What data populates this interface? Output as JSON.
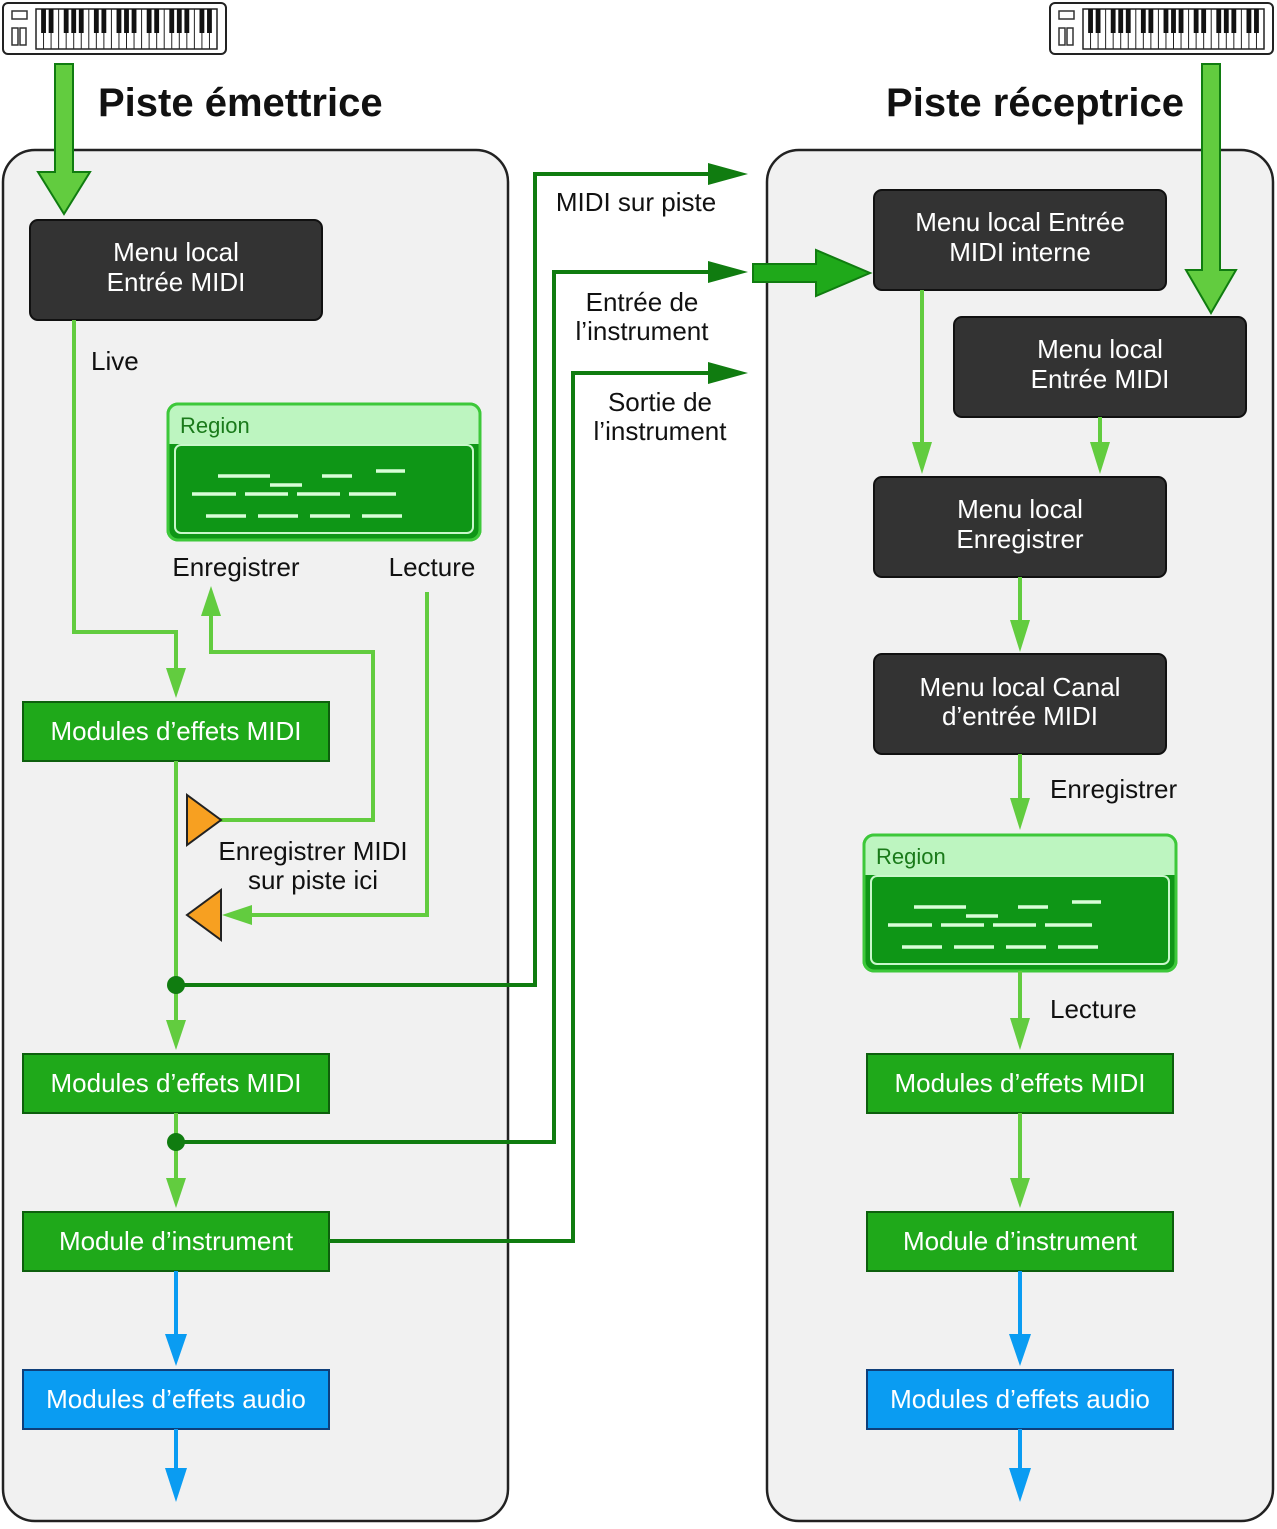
{
  "titles": {
    "sender": "Piste émettrice",
    "receiver": "Piste réceptrice"
  },
  "sender": {
    "midi_input_menu": [
      "Menu local",
      "Entrée MIDI"
    ],
    "live_label": "Live",
    "region_label": "Region",
    "record_label": "Enregistrer",
    "playback_label": "Lecture",
    "midi_fx_1": "Modules d’effets MIDI",
    "record_here_label": [
      "Enregistrer MIDI",
      "sur piste ici"
    ],
    "midi_fx_2": "Modules d’effets MIDI",
    "instrument": "Module d’instrument",
    "audio_fx": "Modules d’effets audio"
  },
  "routing": {
    "midi_on_track": "MIDI sur piste",
    "instrument_input": [
      "Entrée de",
      "l’instrument"
    ],
    "instrument_output": [
      "Sortie de",
      "l’instrument"
    ]
  },
  "receiver": {
    "internal_midi_input_menu": [
      "Menu local Entrée",
      "MIDI interne"
    ],
    "midi_input_menu": [
      "Menu local",
      "Entrée MIDI"
    ],
    "record_menu": [
      "Menu local",
      "Enregistrer"
    ],
    "midi_channel_menu": [
      "Menu local Canal",
      "d’entrée MIDI"
    ],
    "record_label": "Enregistrer",
    "region_label": "Region",
    "playback_label": "Lecture",
    "midi_fx": "Modules d’effets MIDI",
    "instrument": "Module d’instrument",
    "audio_fx": "Modules d’effets audio"
  },
  "colors": {
    "panel_bg": "#f1f1f1",
    "dark_box": "#333333",
    "green_box": "#1fa91a",
    "light_green_line": "#62cc3f",
    "dark_green_line": "#107c10",
    "blue_box": "#0a9cf2",
    "region_header": "#bdf5c0",
    "region_body": "#0e9616",
    "orange_triangle": "#f7a021"
  },
  "icons": [
    "midi-keyboard-icon",
    "midi-keyboard-icon"
  ]
}
